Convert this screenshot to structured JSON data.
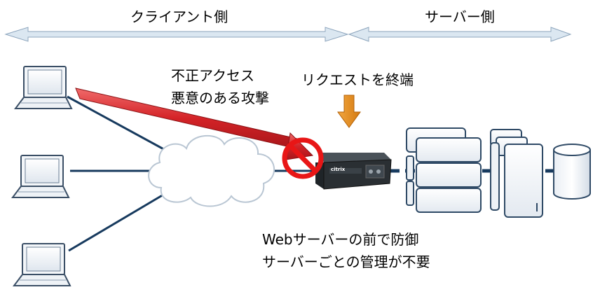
{
  "headers": {
    "client_side": "クライアント側",
    "server_side": "サーバー側"
  },
  "attack_label": {
    "line1": "不正アクセス",
    "line2": "悪意のある攻撃"
  },
  "terminate_label": "リクエストを終端",
  "benefit_label": {
    "line1": "Webサーバーの前で防御",
    "line2": "サーバーごとの管理が不要"
  },
  "appliance_brand": "citrix",
  "colors": {
    "arrow_band": "#dbe7f1",
    "network_line": "#173a5e",
    "attack_arrow": "#d42327",
    "prohibit": "#e81616",
    "down_arrow": "#e8901a",
    "device_dark": "#2a2f33"
  },
  "icons": [
    "laptop-icon",
    "cloud-icon",
    "prohibit-icon",
    "appliance-icon",
    "server-icon",
    "database-icon"
  ]
}
